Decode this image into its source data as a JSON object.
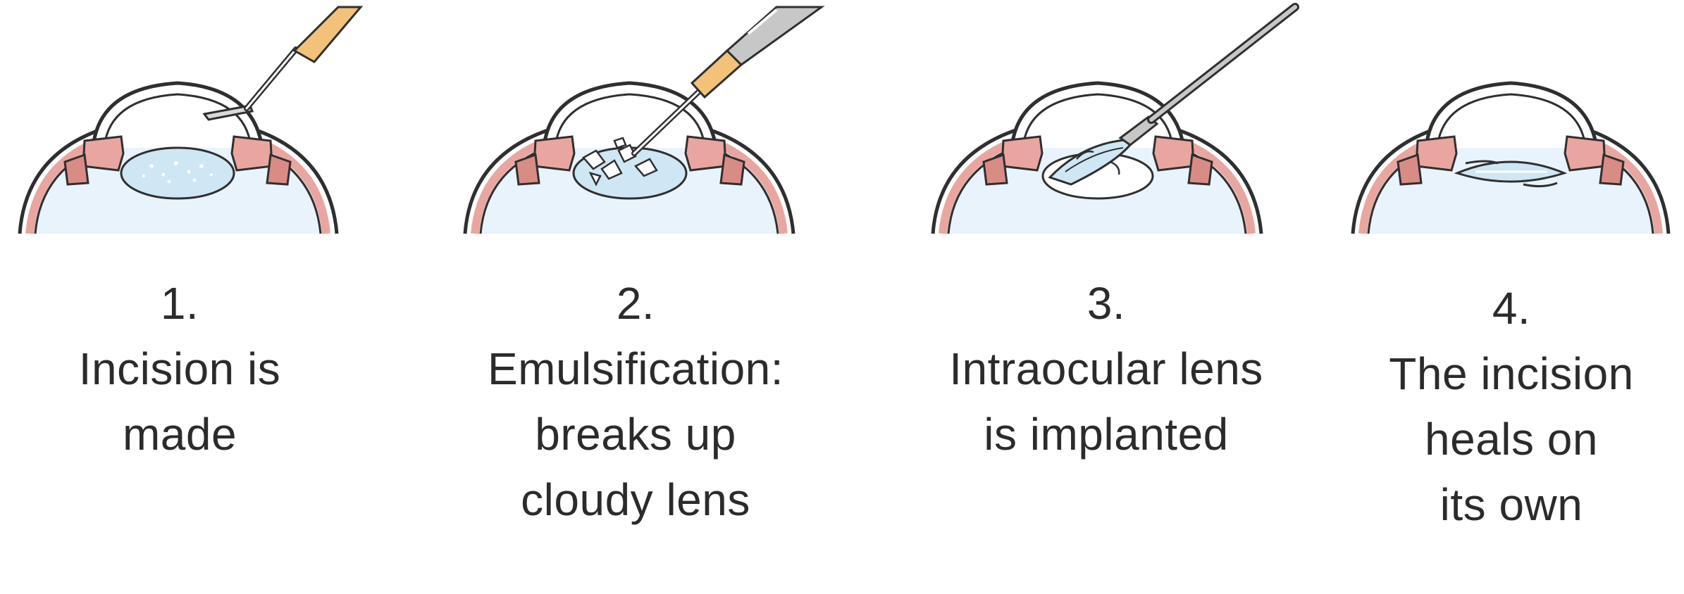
{
  "steps": [
    {
      "number": "1.",
      "lines": [
        "Incision is",
        "made"
      ],
      "instrument_icon": "scalpel-icon"
    },
    {
      "number": "2.",
      "lines": [
        "Emulsification:",
        "breaks up",
        "cloudy lens"
      ],
      "instrument_icon": "phaco-probe-icon"
    },
    {
      "number": "3.",
      "lines": [
        "Intraocular lens",
        "is implanted"
      ],
      "instrument_icon": "lens-injector-icon"
    },
    {
      "number": "4.",
      "lines": [
        "The incision",
        "heals on",
        "its own"
      ],
      "instrument_icon": ""
    }
  ],
  "colors": {
    "outline": "#2f2f2f",
    "sclera": "#ffffff",
    "iris_red": "#e9a6a0",
    "iris_dark": "#d98b86",
    "lens_blue": "#cfe6f5",
    "vitreous": "#e9f3fb",
    "handle_orange": "#f2c27a",
    "tool_gray": "#c7c7c7"
  }
}
